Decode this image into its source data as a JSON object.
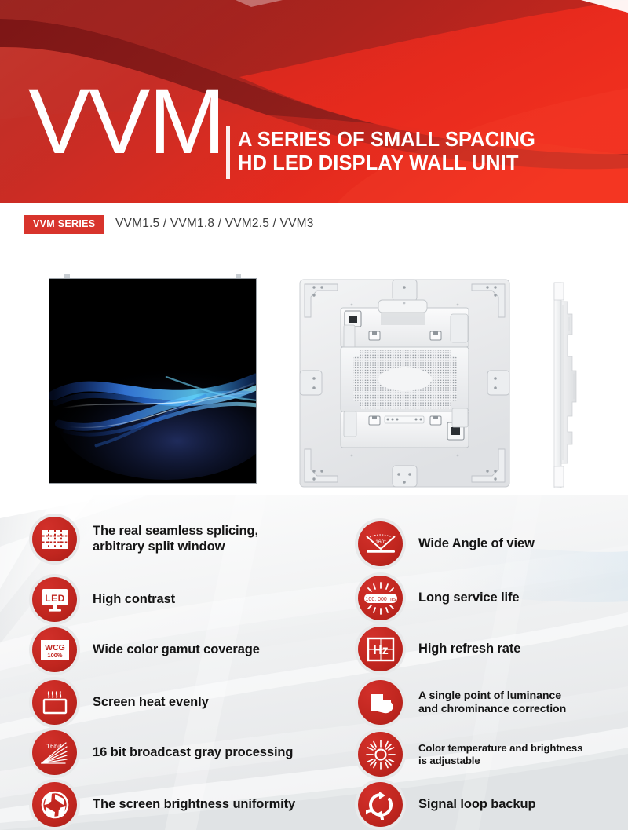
{
  "banner": {
    "brand": "VVM",
    "headline_line1": "A SERIES OF SMALL SPACING",
    "headline_line2": "HD LED DISPLAY WALL UNIT",
    "colors": {
      "red_base": "#c0392f",
      "red_bright": "#ef2a1c",
      "maroon_swoosh": "#8e1b1b",
      "white": "#ffffff"
    }
  },
  "series": {
    "badge_label": "VVM SERIES",
    "models": "VVM1.5 / VVM1.8 / VVM2.5 / VVM3",
    "badge_color": "#d8342c"
  },
  "products": {
    "screen_front_alt": "LED display panel front with blue light streak content on black",
    "cabinet_back_alt": "LED cabinet rear view with connectors and ventilation",
    "side_profile_alt": "LED cabinet side profile view"
  },
  "features": {
    "left": [
      {
        "icon": "split-window-icon",
        "label_line1": "The real seamless splicing,",
        "label_line2": " arbitrary split window",
        "size": "normal"
      },
      {
        "icon": "led-monitor-icon",
        "icon_text": "LED",
        "label_line1": "High contrast",
        "label_line2": "",
        "size": "normal"
      },
      {
        "icon": "wide-color-gamut-icon",
        "icon_text": "WCG",
        "icon_subtext": "100%",
        "label_line1": "Wide color gamut coverage",
        "label_line2": "",
        "size": "normal"
      },
      {
        "icon": "heat-dissipation-icon",
        "label_line1": "Screen heat evenly",
        "label_line2": "",
        "size": "normal"
      },
      {
        "icon": "16bit-gray-icon",
        "icon_text": "16bit",
        "label_line1": "16 bit broadcast gray processing",
        "label_line2": "",
        "size": "normal"
      },
      {
        "icon": "aperture-brightness-icon",
        "label_line1": "The screen brightness uniformity",
        "label_line2": "",
        "size": "normal"
      }
    ],
    "right": [
      {
        "icon": "viewing-angle-icon",
        "icon_text": "160°",
        "label_line1": "Wide Angle of view",
        "label_line2": "",
        "size": "normal"
      },
      {
        "icon": "service-life-icon",
        "icon_text": "100, 000 hrs",
        "label_line1": "Long service life",
        "label_line2": "",
        "size": "normal"
      },
      {
        "icon": "refresh-rate-icon",
        "icon_text": "Hz",
        "label_line1": "High refresh rate",
        "label_line2": "",
        "size": "normal"
      },
      {
        "icon": "point-correction-icon",
        "label_line1": "A single point of luminance",
        "label_line2": "and chrominance correction",
        "size": "small"
      },
      {
        "icon": "color-temperature-icon",
        "label_line1": "Color temperature and brightness",
        "label_line2": "is adjustable",
        "size": "tiny"
      },
      {
        "icon": "signal-loop-icon",
        "label_line1": "Signal loop backup",
        "label_line2": "",
        "size": "normal"
      }
    ]
  }
}
